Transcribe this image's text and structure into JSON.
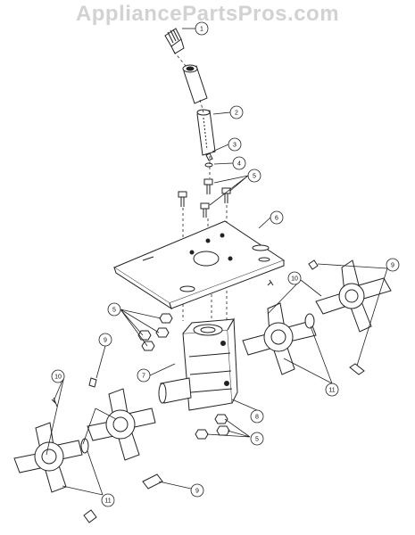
{
  "watermark": "AppliancePartsPros.com",
  "callouts": [
    {
      "id": "c1",
      "label": "1"
    },
    {
      "id": "c2",
      "label": "2"
    },
    {
      "id": "c3",
      "label": "3"
    },
    {
      "id": "c4",
      "label": "4"
    },
    {
      "id": "c5a",
      "label": "5"
    },
    {
      "id": "c6",
      "label": "6"
    },
    {
      "id": "c5b",
      "label": "5"
    },
    {
      "id": "c9a",
      "label": "9"
    },
    {
      "id": "c10a",
      "label": "10"
    },
    {
      "id": "c7",
      "label": "7"
    },
    {
      "id": "c9b",
      "label": "9"
    },
    {
      "id": "c11a",
      "label": "11"
    },
    {
      "id": "c8",
      "label": "8"
    },
    {
      "id": "c5c",
      "label": "5"
    },
    {
      "id": "c10b",
      "label": "10"
    },
    {
      "id": "c11b",
      "label": "11"
    },
    {
      "id": "c9c",
      "label": "9"
    }
  ]
}
